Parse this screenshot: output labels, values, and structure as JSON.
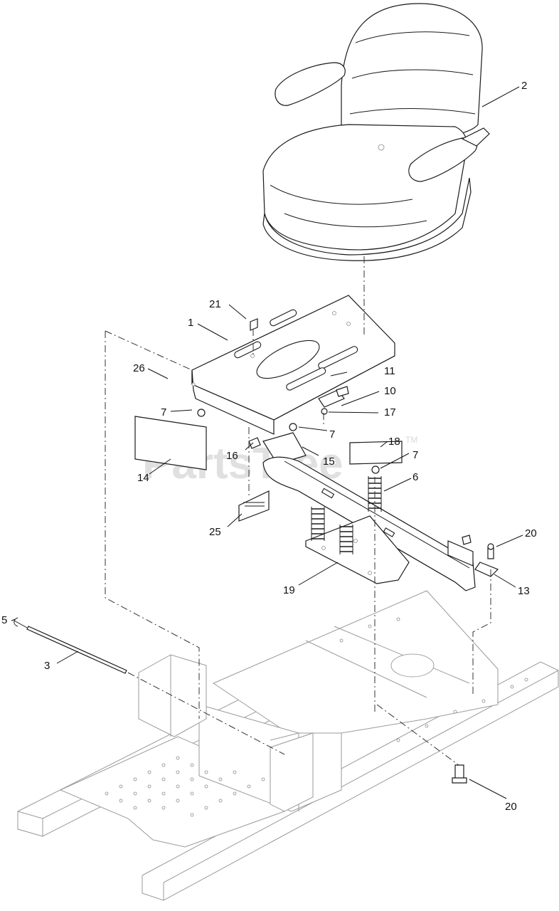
{
  "watermark": {
    "text": "PartsTree",
    "mark": "TM"
  },
  "callouts": [
    {
      "id": "c1",
      "label": "1"
    },
    {
      "id": "c2",
      "label": "2"
    },
    {
      "id": "c3",
      "label": "3"
    },
    {
      "id": "c5",
      "label": "5"
    },
    {
      "id": "c6",
      "label": "6"
    },
    {
      "id": "c7a",
      "label": "7"
    },
    {
      "id": "c7b",
      "label": "7"
    },
    {
      "id": "c7c",
      "label": "7"
    },
    {
      "id": "c10",
      "label": "10"
    },
    {
      "id": "c11",
      "label": "11"
    },
    {
      "id": "c13",
      "label": "13"
    },
    {
      "id": "c14",
      "label": "14"
    },
    {
      "id": "c15",
      "label": "15"
    },
    {
      "id": "c16",
      "label": "16"
    },
    {
      "id": "c17",
      "label": "17"
    },
    {
      "id": "c18",
      "label": "18"
    },
    {
      "id": "c19",
      "label": "19"
    },
    {
      "id": "c20a",
      "label": "20"
    },
    {
      "id": "c20b",
      "label": "20"
    },
    {
      "id": "c21",
      "label": "21"
    },
    {
      "id": "c25",
      "label": "25"
    },
    {
      "id": "c26",
      "label": "26"
    }
  ]
}
